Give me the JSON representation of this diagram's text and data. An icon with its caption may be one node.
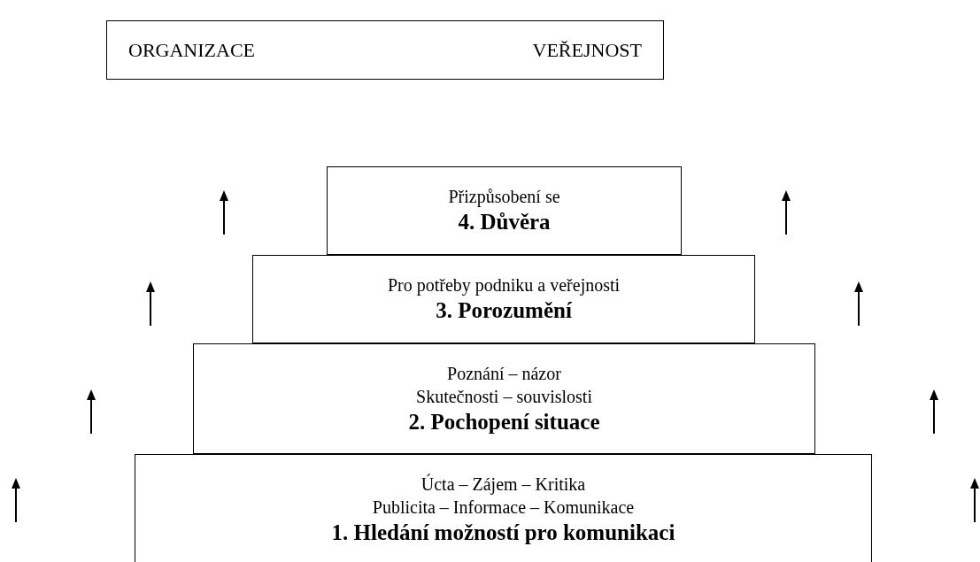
{
  "diagram": {
    "nodes": [
      {
        "text": [
          "ORGANIZACE",
          "VEŘEJNOST"
        ]
      },
      {
        "text": [
          "Přizpůsobení se",
          "4. Důvěra"
        ]
      },
      {
        "text": [
          "Pro potřeby podniku a veřejnosti",
          "3. Porozumění"
        ]
      },
      {
        "text": [
          "Poznání – názor",
          "Skutečnosti – souvislosti",
          "2. Pochopení situace"
        ]
      },
      {
        "text": [
          "Úcta – Zájem – Kritika",
          "Publicita – Informace – Komunikace",
          "1. Hledání možností pro komunikaci"
        ]
      }
    ],
    "edges": []
  }
}
